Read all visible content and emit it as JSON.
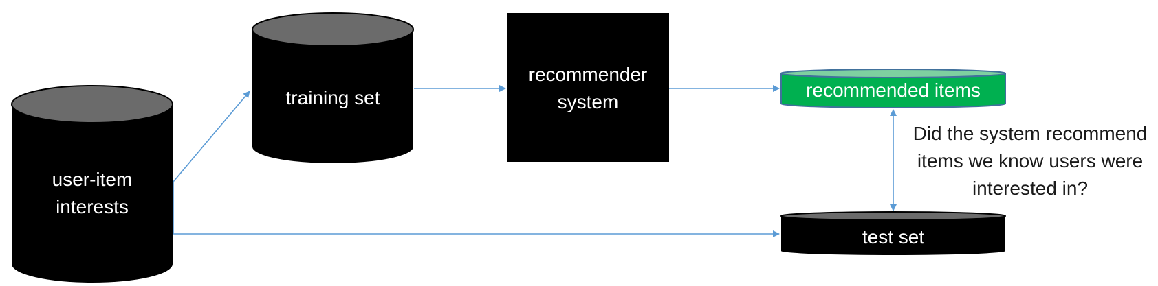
{
  "nodes": {
    "user_item": {
      "line1": "user-item",
      "line2": "interests"
    },
    "training": {
      "label": "training set"
    },
    "recommender": {
      "line1": "recommender",
      "line2": "system"
    },
    "recommended": {
      "label": "recommended items"
    },
    "test": {
      "label": "test set"
    }
  },
  "question": {
    "line1": "Did the system recommend",
    "line2": "items we know users were",
    "line3": "interested in?"
  },
  "colors": {
    "cylinder_body": "#000000",
    "cylinder_top": "#6b6b6b",
    "recommended_fill": "#00b050",
    "recommended_top": "#7ed0a0",
    "recommended_border": "#41719c",
    "connector": "#5b9bd5"
  }
}
